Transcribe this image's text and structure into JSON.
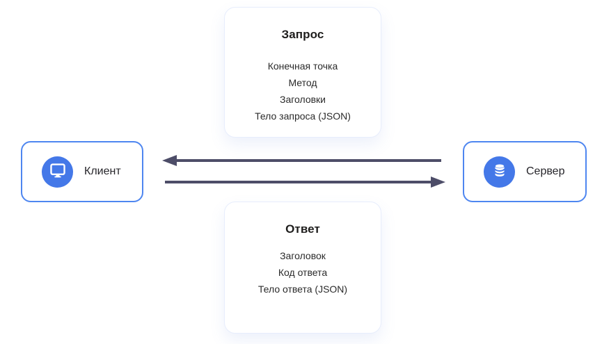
{
  "diagram": {
    "request_card": {
      "title": "Запрос",
      "items": [
        "Конечная точка",
        "Метод",
        "Заголовки",
        "Тело запроса (JSON)"
      ]
    },
    "response_card": {
      "title": "Ответ",
      "items": [
        "Заголовок",
        "Код ответа",
        "Тело ответа (JSON)"
      ]
    },
    "client": {
      "label": "Клиент",
      "icon": "monitor-icon"
    },
    "server": {
      "label": "Сервер",
      "icon": "database-icon"
    },
    "arrows": [
      {
        "name": "server-to-client",
        "direction": "left"
      },
      {
        "name": "client-to-server",
        "direction": "right"
      }
    ],
    "colors": {
      "node_border_blue": "#4e86f0",
      "icon_circle_blue": "#4478e8",
      "arrow_slate": "#4d4d68",
      "card_border": "#e7edfc",
      "title_text": "#1e1d1c",
      "body_text": "#2a2a2a"
    }
  }
}
